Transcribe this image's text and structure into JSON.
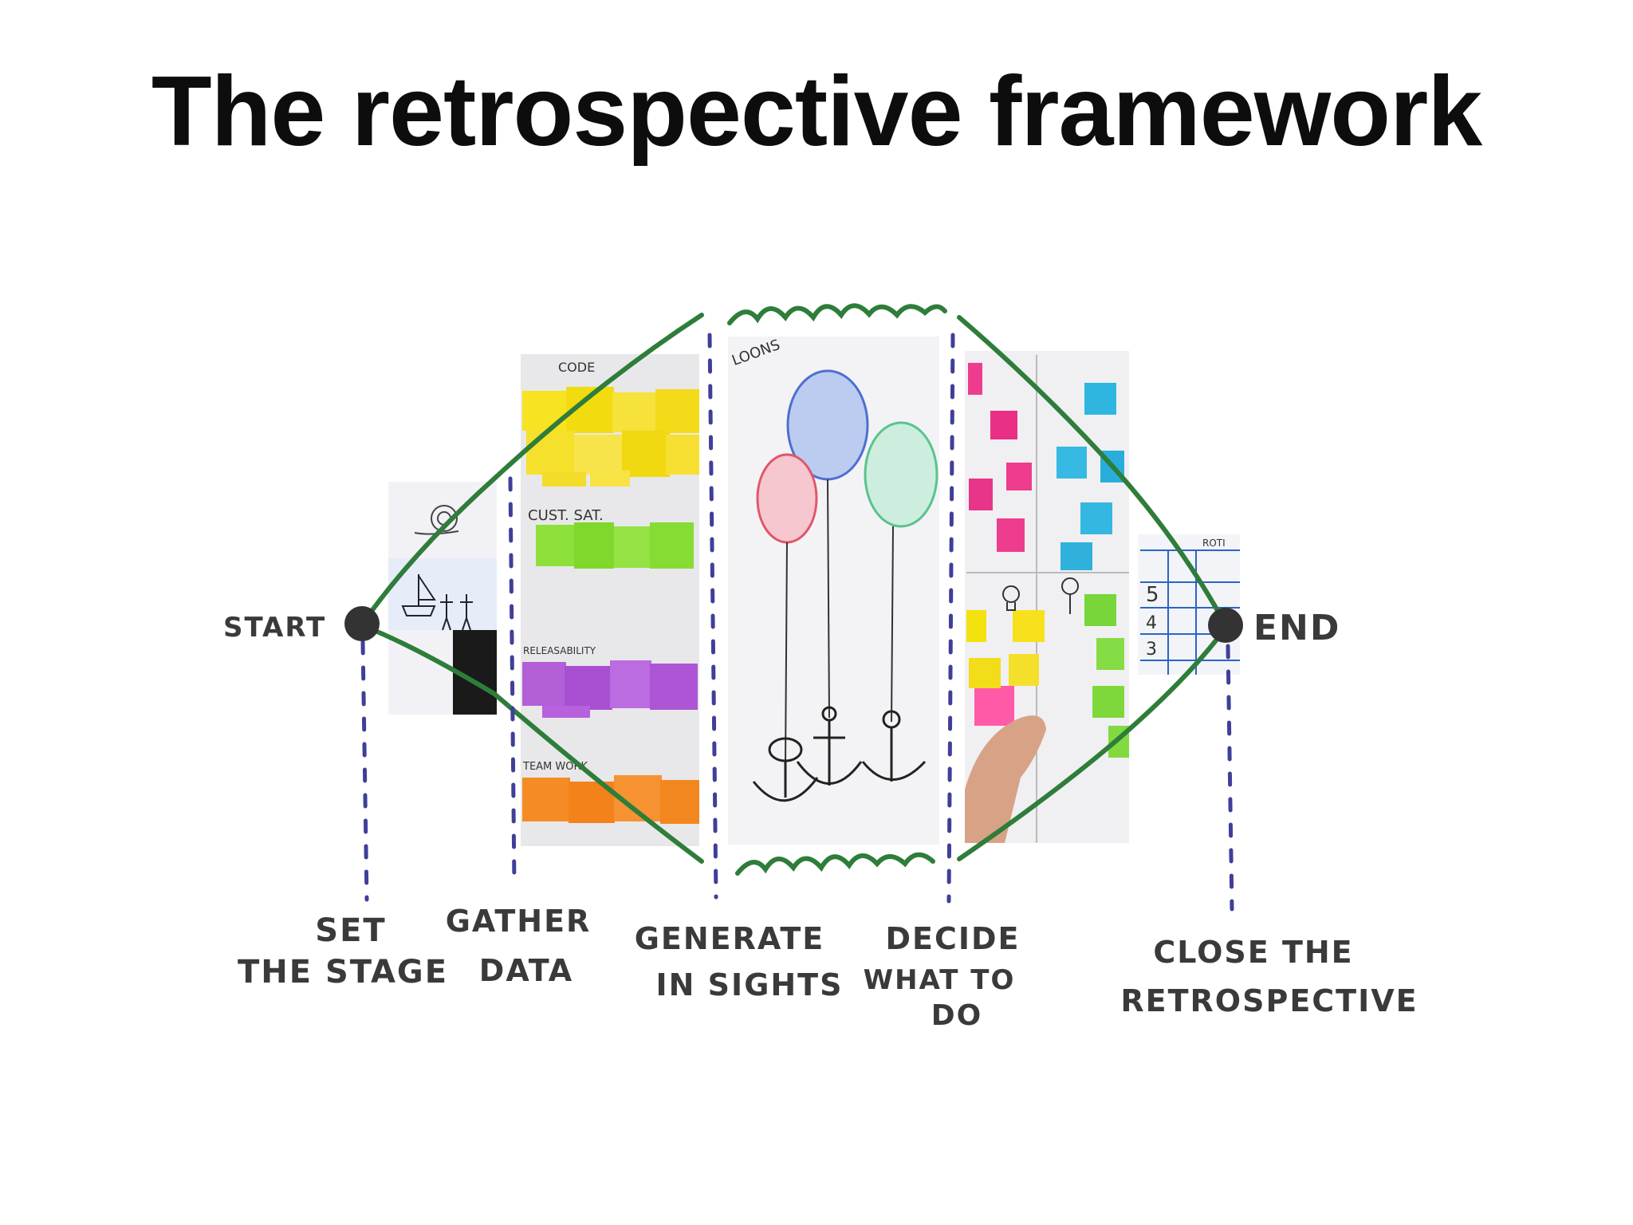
{
  "title": "The retrospective framework",
  "endpoints": {
    "start": "START",
    "end": "END"
  },
  "phases": [
    {
      "lines": [
        "SET",
        "THE STAGE"
      ]
    },
    {
      "lines": [
        "GATHER",
        "DATA"
      ]
    },
    {
      "lines": [
        "GENERATE",
        "IN SIGHTS"
      ]
    },
    {
      "lines": [
        "DECIDE",
        "WHAT TO",
        "DO"
      ]
    },
    {
      "lines": [
        "CLOSE THE",
        "RETROSPECTIVE"
      ]
    }
  ],
  "photo_labels": {
    "gather": [
      "CODE",
      "CUST. SAT.",
      "RELEASABILITY",
      "TEAM WORK"
    ],
    "insights": "LOONS",
    "close": [
      "ROTI",
      "5",
      "4",
      "3"
    ]
  },
  "colors": {
    "diamond": "#2e7d3a",
    "dashes": "#3f3f9a",
    "dot": "#333333",
    "text": "#0d0d0d"
  },
  "icons": [
    "snail-sketch",
    "sailboat-sketch",
    "balloon-sketch",
    "anchor-sketch",
    "lightbulb-sketch",
    "hand-photo"
  ]
}
